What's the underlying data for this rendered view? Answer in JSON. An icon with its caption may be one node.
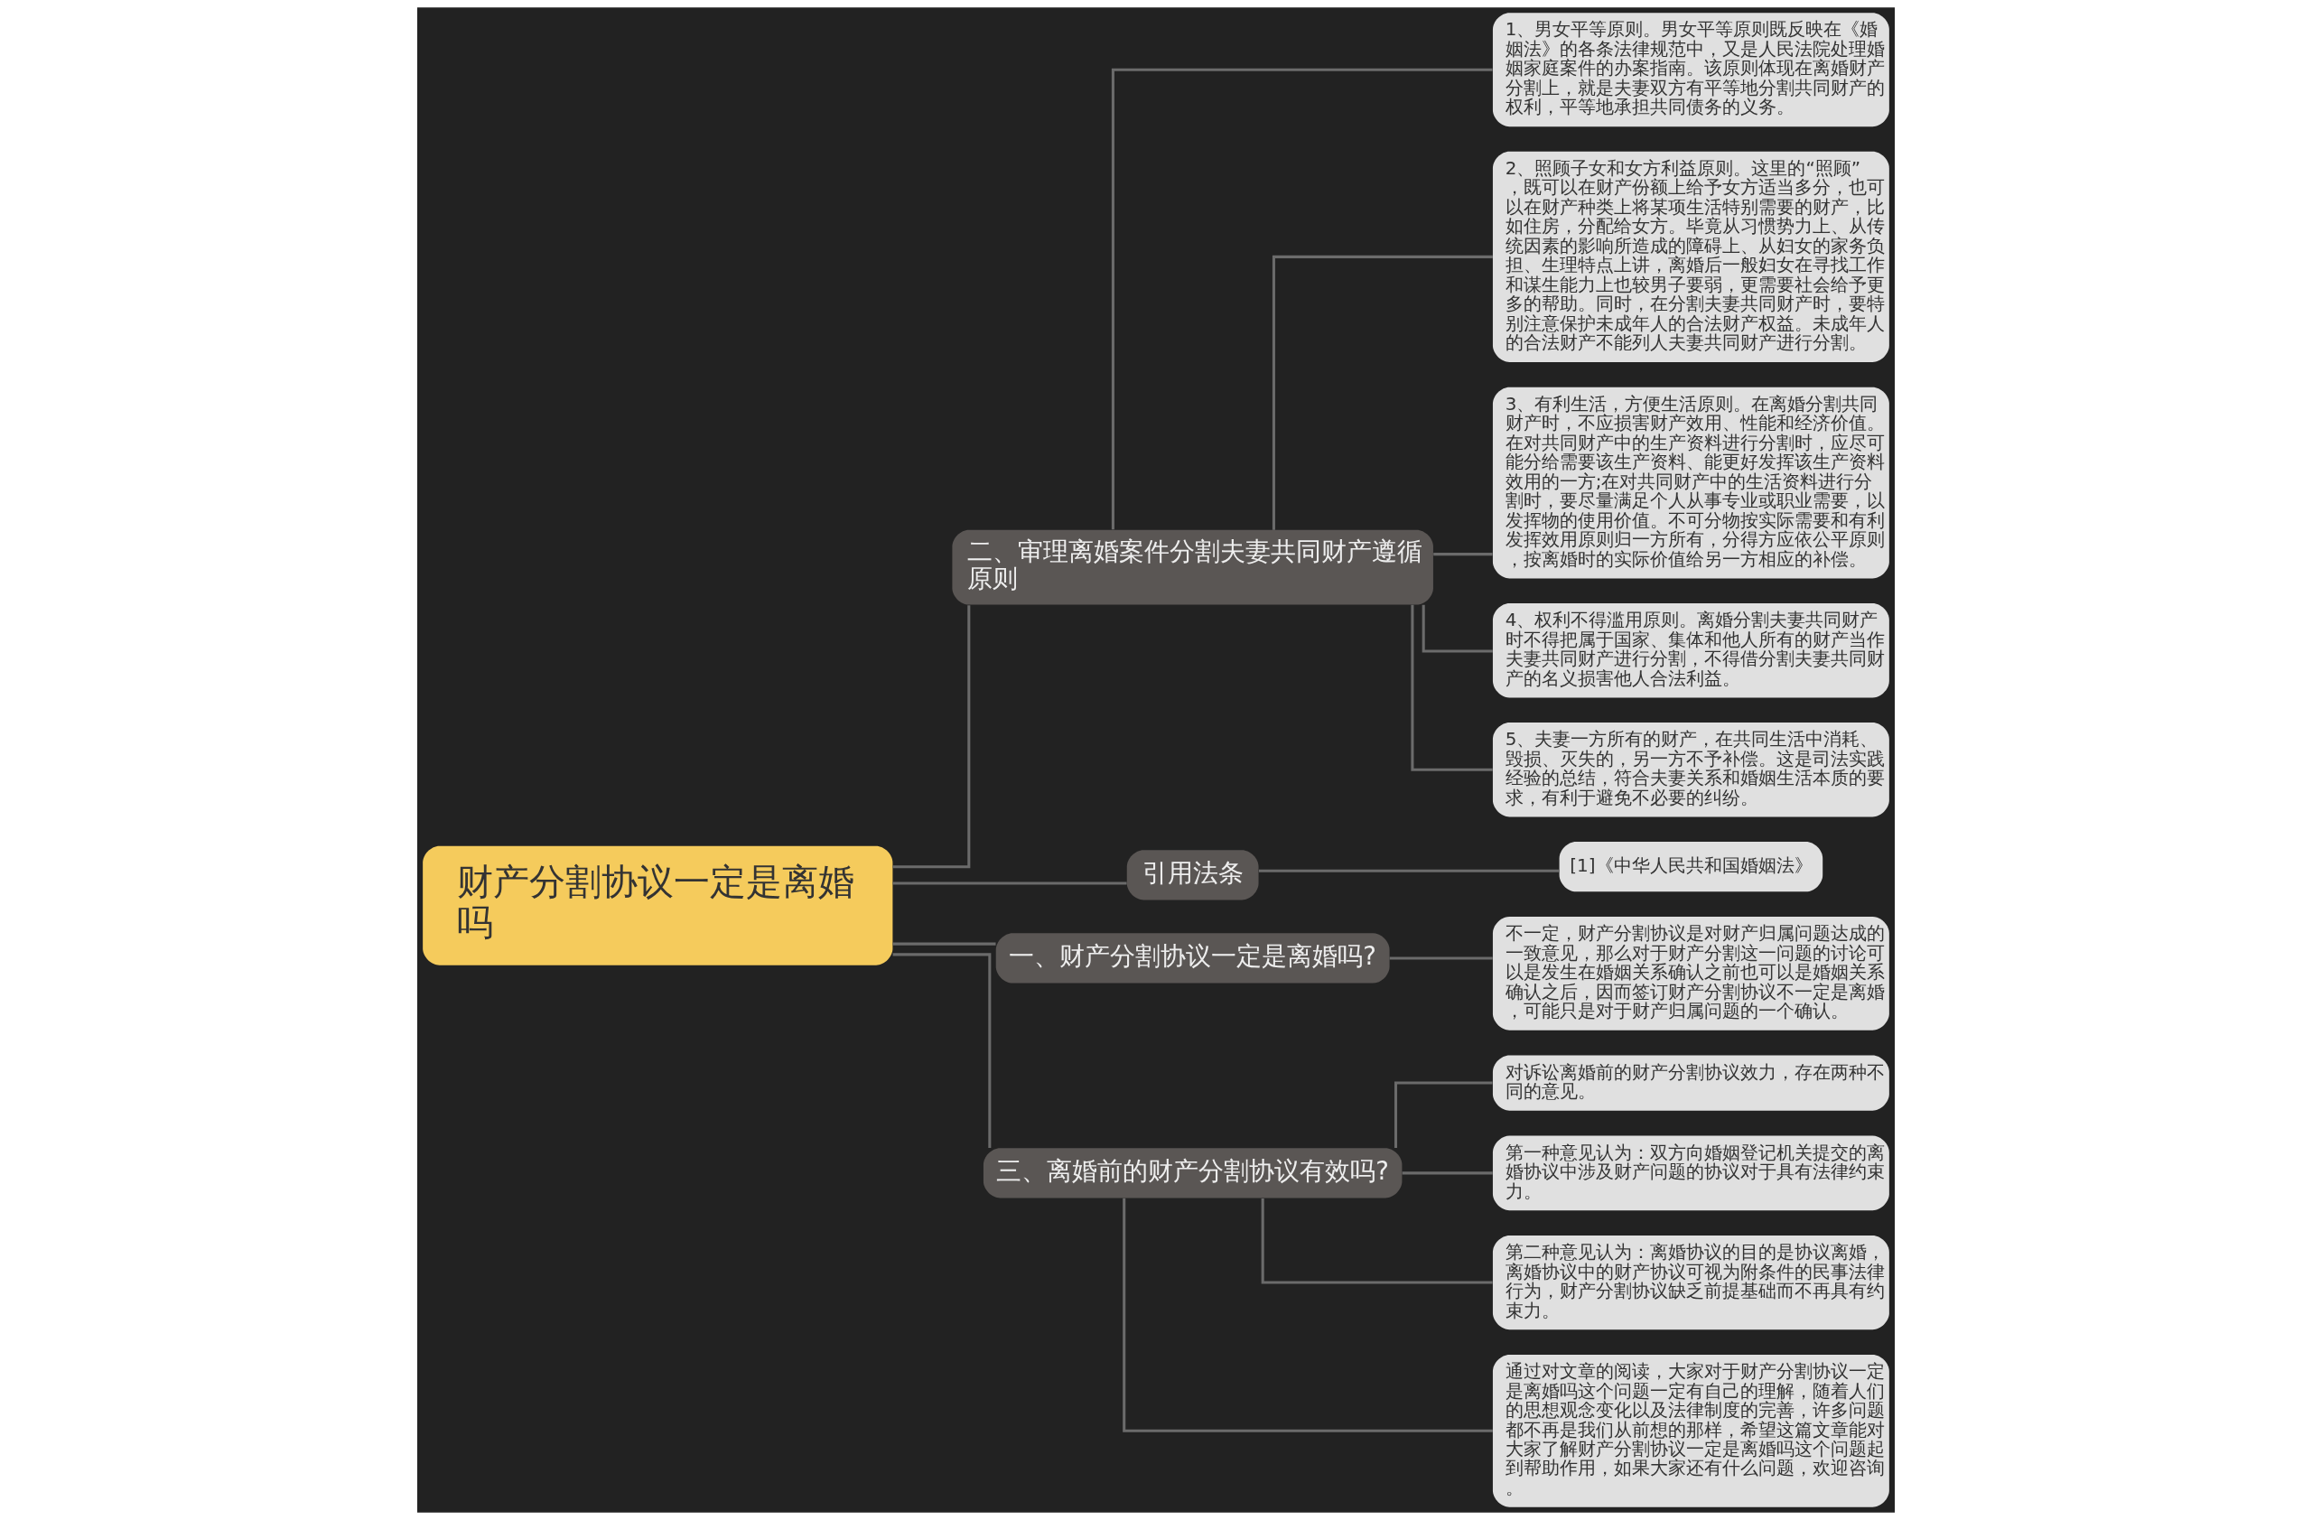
{
  "diagram": {
    "nodes": [
      {
        "text": [
          "财产分割协议一定是离婚吗"
        ]
      },
      {
        "text": [
          "二、审理离婚案件分割夫妻共同财产遵循原则"
        ]
      },
      {
        "text": [
          "1、男女平等原则。男女平等原则既反映在《婚姻法》的各条法律规范中，又是人民法院处理婚姻家庭案件的办案指南。该原则体现在离婚财产分割上，就是夫妻双方有平等地分割共同财产的权利，平等地承担共同债务的义务。"
        ]
      },
      {
        "text": [
          "2、照顾子女和女方利益原则。这里的“照顾”，既可以在财产份额上给予女方适当多分，也可以在财产种类上将某项生活特别需要的财产，比如住房，分配给女方。毕竟从习惯势力上、从传统因素的影响所造成的障碍上、从妇女的家务负担、生理特点上讲，离婚后一般妇女在寻找工作和谋生能力上也较男子要弱，更需要社会给予更多的帮助。同时，在分割夫妻共同财产时，要特别注意保护未成年人的合法财产权益。未成年人的合法财产不能列人夫妻共同财产进行分割。"
        ]
      },
      {
        "text": [
          "3、有利生活，方便生活原则。在离婚分割共同财产时，不应损害财产效用、性能和经济价值。在对共同财产中的生产资料进行分割时，应尽可能分给需要该生产资料、能更好发挥该生产资料效用的一方;在对共同财产中的生活资料进行分割时，要尽量满足个人从事专业或职业需要，以发挥物的使用价值。不可分物按实际需要和有利发挥效用原则归一方所有，分得方应依公平原则，按离婚时的实际价值给另一方相应的补偿。"
        ]
      },
      {
        "text": [
          "4、权利不得滥用原则。离婚分割夫妻共同财产时不得把属于国家、集体和他人所有的财产当作夫妻共同财产进行分割，不得借分割夫妻共同财产的名义损害他人合法利益。"
        ]
      },
      {
        "text": [
          "5、夫妻一方所有的财产，在共同生活中消耗、毁损、灭失的，另一方不予补偿。这是司法实践经验的总结，符合夫妻关系和婚姻生活本质的要求，有利于避免不必要的纠纷。"
        ]
      },
      {
        "text": [
          "引用法条"
        ]
      },
      {
        "text": [
          "[1]《中华人民共和国婚姻法》"
        ]
      },
      {
        "text": [
          "一、财产分割协议一定是离婚吗?"
        ]
      },
      {
        "text": [
          "不一定，财产分割协议是对财产归属问题达成的一致意见，那么对于财产分割这一问题的讨论可以是发生在婚姻关系确认之前也可以是婚姻关系确认之后，因而签订财产分割协议不一定是离婚，可能只是对于财产归属问题的一个确认。"
        ]
      },
      {
        "text": [
          "三、离婚前的财产分割协议有效吗?"
        ]
      },
      {
        "text": [
          "对诉讼离婚前的财产分割协议效力，存在两种不同的意见。"
        ]
      },
      {
        "text": [
          "第一种意见认为：双方向婚姻登记机关提交的离婚协议中涉及财产问题的协议对于具有法律约束力。"
        ]
      },
      {
        "text": [
          "第二种意见认为：离婚协议的目的是协议离婚，离婚协议中的财产协议可视为附条件的民事法律行为，财产分割协议缺乏前提基础而不再具有约束力。"
        ]
      },
      {
        "text": [
          "通过对文章的阅读，大家对于财产分割协议一定是离婚吗这个问题一定有自己的理解，随着人们的思想观念变化以及法律制度的完善，许多问题都不再是我们从前想的那样，希望这篇文章能对大家了解财产分割协议一定是离婚吗这个问题起到帮助作用，如果大家还有什么问题，欢迎咨询。"
        ]
      }
    ],
    "edges": [
      {
        "from": 0,
        "to": 1,
        "arrow": "none"
      },
      {
        "from": 1,
        "to": 2,
        "arrow": "none"
      },
      {
        "from": 1,
        "to": 3,
        "arrow": "none"
      },
      {
        "from": 1,
        "to": 4,
        "arrow": "none"
      },
      {
        "from": 1,
        "to": 5,
        "arrow": "none"
      },
      {
        "from": 1,
        "to": 6,
        "arrow": "none"
      },
      {
        "from": 0,
        "to": 7,
        "arrow": "none"
      },
      {
        "from": 7,
        "to": 8,
        "arrow": "none"
      },
      {
        "from": 0,
        "to": 9,
        "arrow": "none"
      },
      {
        "from": 9,
        "to": 10,
        "arrow": "none"
      },
      {
        "from": 0,
        "to": 11,
        "arrow": "none"
      },
      {
        "from": 11,
        "to": 12,
        "arrow": "none"
      },
      {
        "from": 11,
        "to": 13,
        "arrow": "none"
      },
      {
        "from": 11,
        "to": 14,
        "arrow": "none"
      },
      {
        "from": 11,
        "to": 15,
        "arrow": "none"
      }
    ]
  }
}
